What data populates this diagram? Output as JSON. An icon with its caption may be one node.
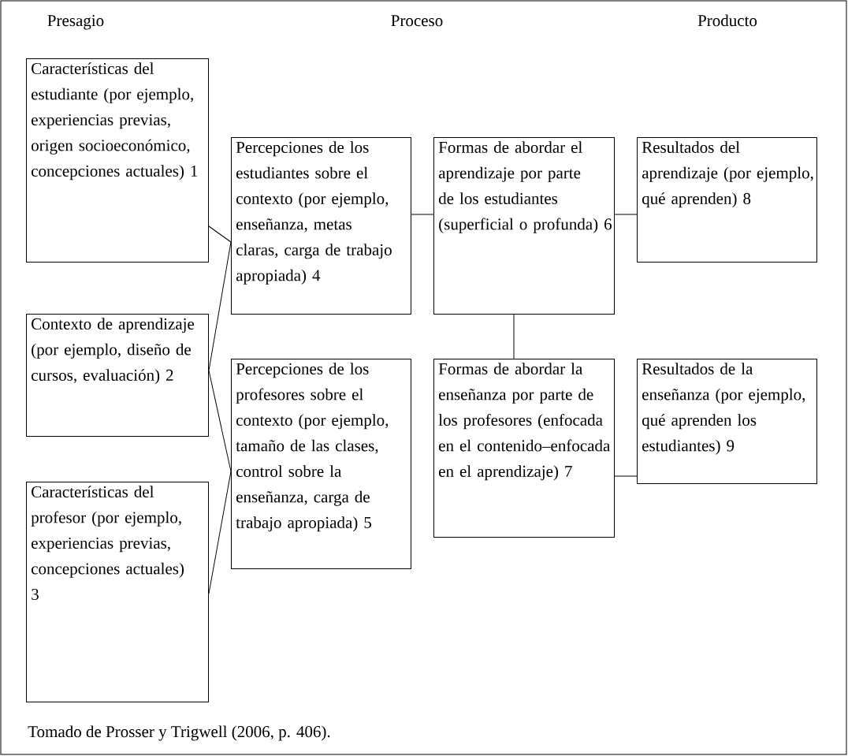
{
  "diagram": {
    "caption": "Tomado de Prosser y Trigwell (2006, p. 406).",
    "labels": [
      "Presagio",
      "Proceso",
      "Producto"
    ],
    "nodes": [
      {
        "text": [
          "Características del estudiante (por ejemplo, experiencias previas, origen socioeconómico, concepciones actuales) 1"
        ]
      },
      {
        "text": [
          "Contexto de aprendizaje (por ejemplo, diseño de cursos, evaluación) 2"
        ]
      },
      {
        "text": [
          "Características del profesor (por ejemplo, experiencias previas, concepciones actuales) 3"
        ]
      },
      {
        "text": [
          "Percepciones de los estudiantes sobre el contexto (por ejemplo, enseñanza, metas claras, carga de trabajo apropiada) 4"
        ]
      },
      {
        "text": [
          "Percepciones de los profesores sobre el contexto (por ejemplo, tamaño de las clases, control sobre la enseñanza, carga de trabajo apropiada) 5"
        ]
      },
      {
        "text": [
          "Formas de abordar el aprendizaje por parte de los estudiantes (superficial o profunda) 6"
        ]
      },
      {
        "text": [
          "Formas de abordar la enseñanza por parte de los profesores (enfocada en el contenido–enfocada en el aprendizaje) 7"
        ]
      },
      {
        "text": [
          "Resultados del aprendizaje (por ejemplo, qué aprenden) 8"
        ]
      },
      {
        "text": [
          "Resultados de la enseñanza (por ejemplo, qué aprenden los estudiantes) 9"
        ]
      }
    ],
    "edges": [
      {
        "from": 0,
        "to": 3,
        "arrow": "none"
      },
      {
        "from": 1,
        "to": 3,
        "arrow": "none"
      },
      {
        "from": 1,
        "to": 4,
        "arrow": "none"
      },
      {
        "from": 2,
        "to": 4,
        "arrow": "none"
      },
      {
        "from": 3,
        "to": 5,
        "arrow": "none"
      },
      {
        "from": 5,
        "to": 7,
        "arrow": "none"
      },
      {
        "from": 5,
        "to": 6,
        "arrow": "none"
      },
      {
        "from": 6,
        "to": 8,
        "arrow": "none"
      }
    ]
  }
}
